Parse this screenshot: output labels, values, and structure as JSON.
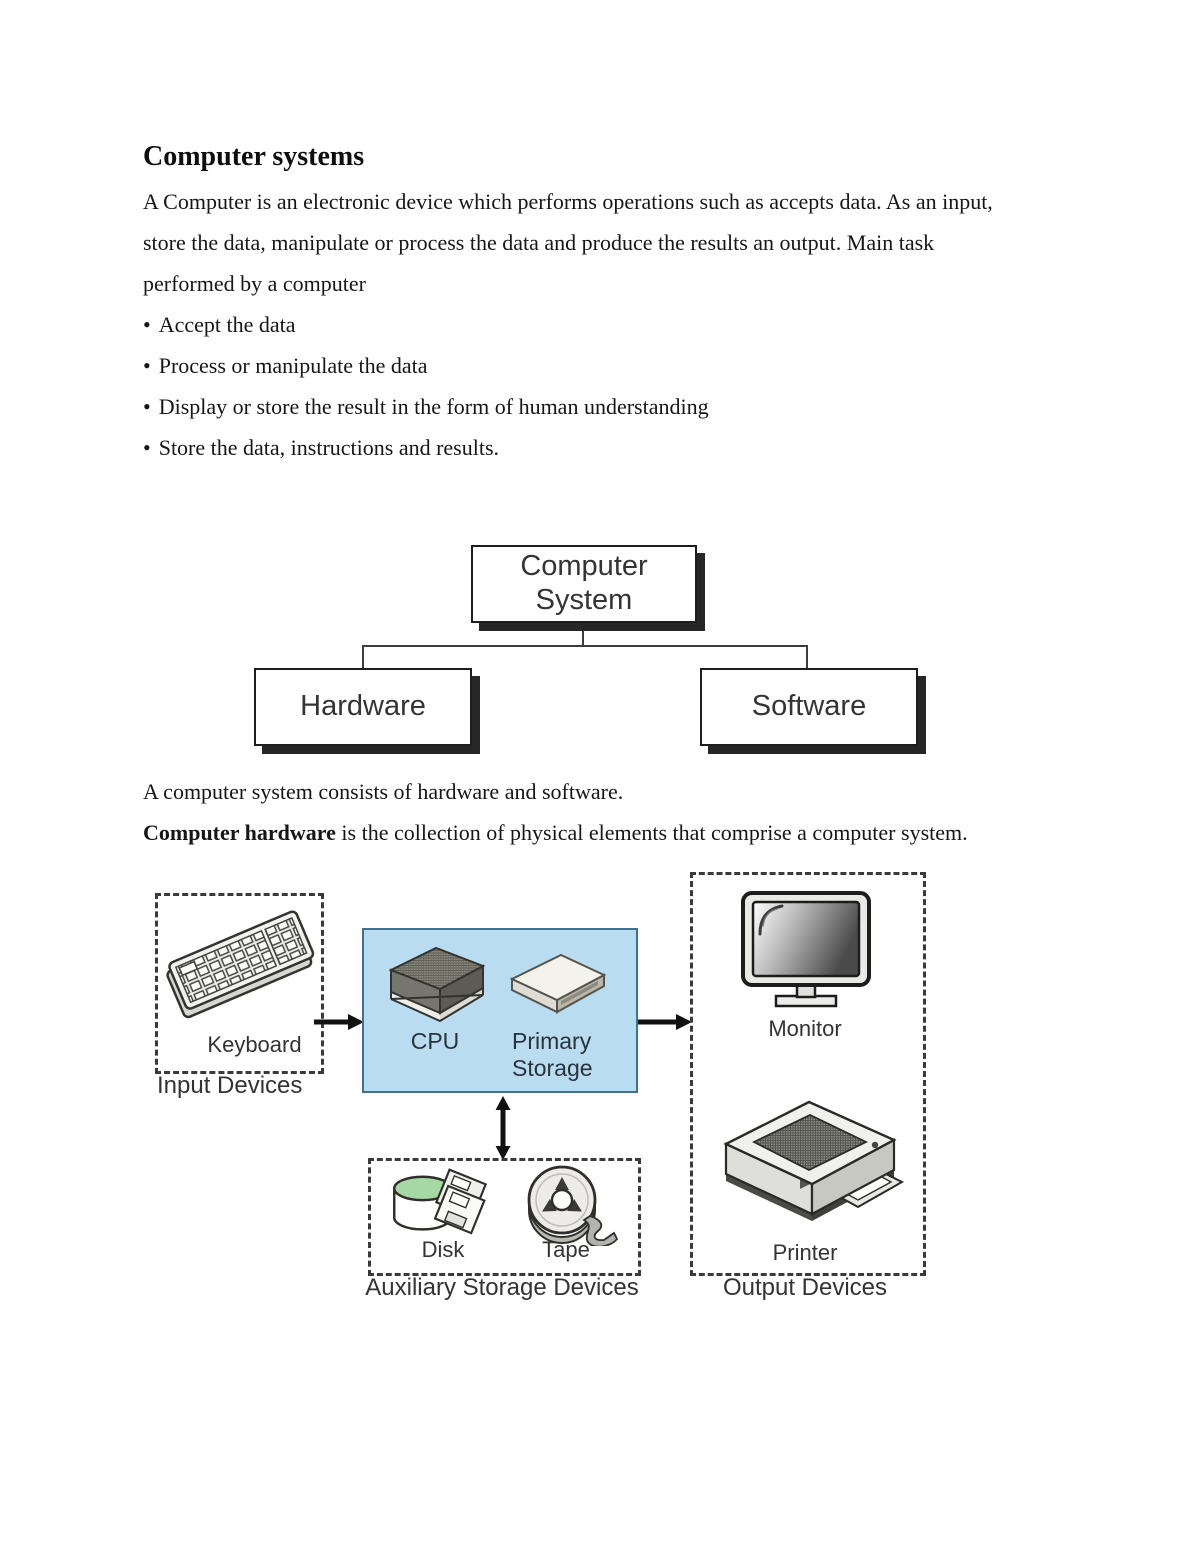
{
  "document": {
    "title": "Computer systems",
    "intro_lines": [
      "A Computer is an electronic device which performs operations such as accepts data. As an input,",
      "store the data, manipulate or process the data and produce the results an output. Main task",
      "performed by a computer"
    ],
    "bullet_char": "•",
    "bullets": [
      "Accept the data",
      "Process or manipulate the data",
      "Display or store the result in the form of human understanding",
      "Store the data, instructions and results."
    ],
    "consists_line": "A computer system consists of hardware and software.",
    "hardware_def_bold": "Computer hardware",
    "hardware_def_rest": " is the collection of physical elements that comprise a computer system."
  },
  "figure_tree": {
    "root_label": "Computer System",
    "left_label": "Hardware",
    "right_label": "Software"
  },
  "figure_hardware": {
    "keyboard_label": "Keyboard",
    "input_group_label": "Input Devices",
    "cpu_label": "CPU",
    "primary_storage_label": "Primary Storage",
    "monitor_label": "Monitor",
    "printer_label": "Printer",
    "disk_label": "Disk",
    "tape_label": "Tape",
    "aux_group_label": "Auxiliary Storage Devices",
    "output_group_label": "Output Devices",
    "cpu_box_fill": "#badcf0",
    "cpu_box_border": "#41718f"
  }
}
